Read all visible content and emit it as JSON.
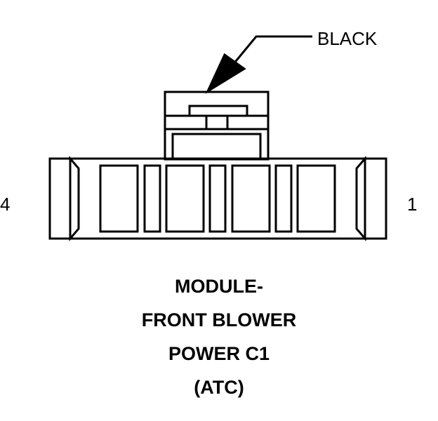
{
  "connector": {
    "wire_color_label": "BLACK",
    "pin_left_label": "4",
    "pin_right_label": "1"
  },
  "title": {
    "lines": [
      "MODULE-",
      "FRONT BLOWER",
      "POWER C1",
      "(ATC)"
    ]
  },
  "colors": {
    "stroke": "#000000",
    "background": "#ffffff"
  }
}
